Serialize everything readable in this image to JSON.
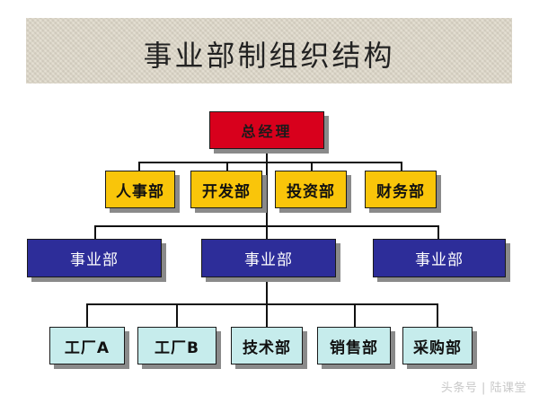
{
  "title": "事业部制组织结构",
  "general_manager": "总经理",
  "departments": [
    "人事部",
    "开发部",
    "投资部",
    "财务部"
  ],
  "divisions": [
    "事业部",
    "事业部",
    "事业部"
  ],
  "units": [
    "工厂A",
    "工厂B",
    "技术部",
    "销售部",
    "采购部"
  ],
  "watermark": "头条号 | 陆课堂"
}
